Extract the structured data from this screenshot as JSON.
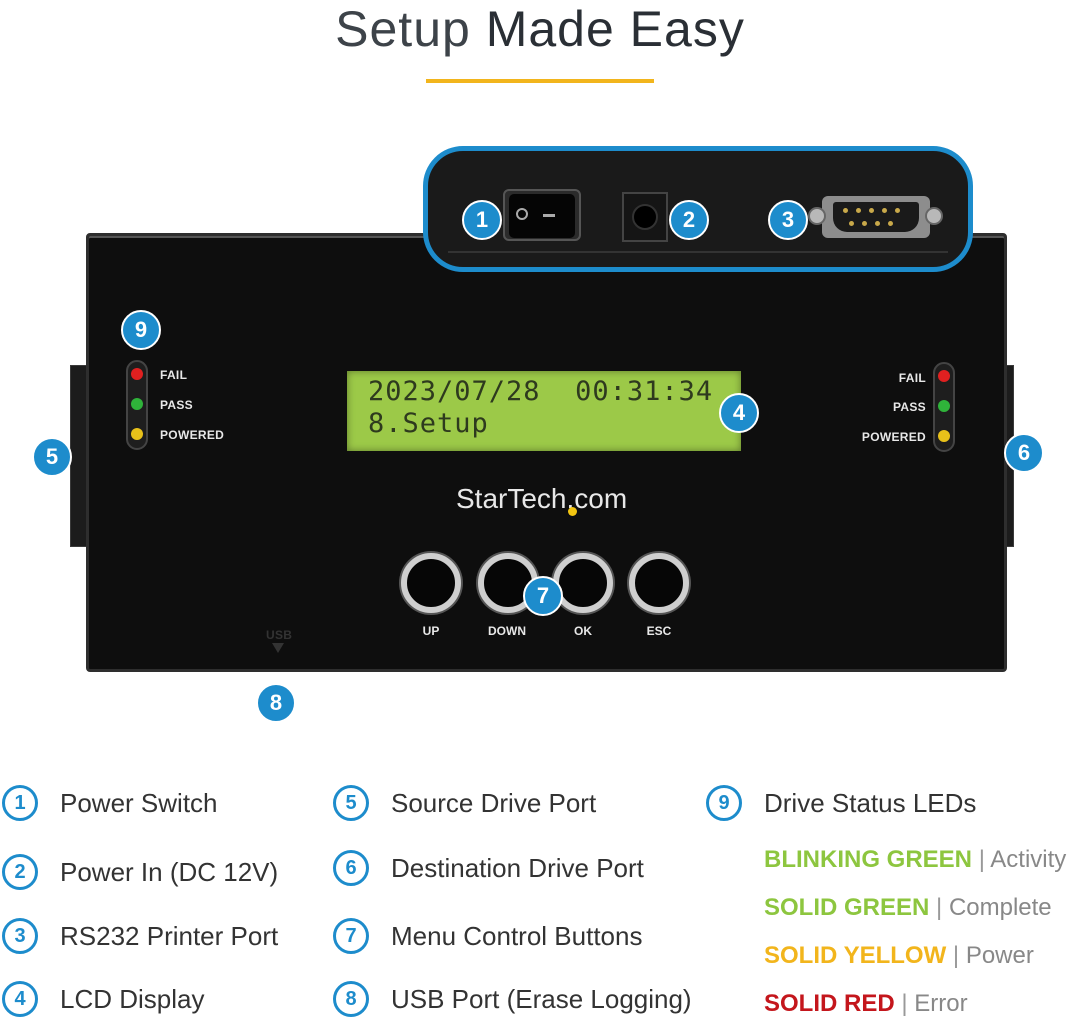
{
  "header": {
    "title_light": "Setup",
    "title_bold": "Made Easy"
  },
  "lcd": {
    "line1": "2023/07/28  00:31:34",
    "line2": "8.Setup"
  },
  "logo": {
    "text": "StarTech.com"
  },
  "leds": {
    "left": [
      "FAIL",
      "PASS",
      "POWERED"
    ],
    "right": [
      "FAIL",
      "PASS",
      "POWERED"
    ],
    "colors": [
      "#e02020",
      "#2fb33a",
      "#e8c11a"
    ]
  },
  "buttons": [
    "UP",
    "DOWN",
    "OK",
    "ESC"
  ],
  "usb_label": "USB",
  "badges": [
    "1",
    "2",
    "3",
    "4",
    "5",
    "6",
    "7",
    "8",
    "9"
  ],
  "legend": {
    "col1": [
      {
        "num": "1",
        "text": "Power Switch"
      },
      {
        "num": "2",
        "text": "Power In (DC 12V)"
      },
      {
        "num": "3",
        "text": "RS232 Printer Port"
      },
      {
        "num": "4",
        "text": "LCD Display"
      }
    ],
    "col2": [
      {
        "num": "5",
        "text": "Source Drive Port"
      },
      {
        "num": "6",
        "text": "Destination Drive Port"
      },
      {
        "num": "7",
        "text": "Menu Control Buttons"
      },
      {
        "num": "8",
        "text": "USB Port (Erase Logging)"
      }
    ],
    "col3": {
      "num": "9",
      "text": "Drive Status LEDs"
    },
    "statuses": [
      {
        "key": "BLINKING GREEN",
        "sep": "|",
        "val": "Activity",
        "color": "#8dc63f"
      },
      {
        "key": "SOLID GREEN",
        "sep": "|",
        "val": "Complete",
        "color": "#8dc63f"
      },
      {
        "key": "SOLID YELLOW",
        "sep": "|",
        "val": "Power",
        "color": "#f2b51c"
      },
      {
        "key": "SOLID RED",
        "sep": "|",
        "val": "Error",
        "color": "#c4161c"
      }
    ]
  }
}
